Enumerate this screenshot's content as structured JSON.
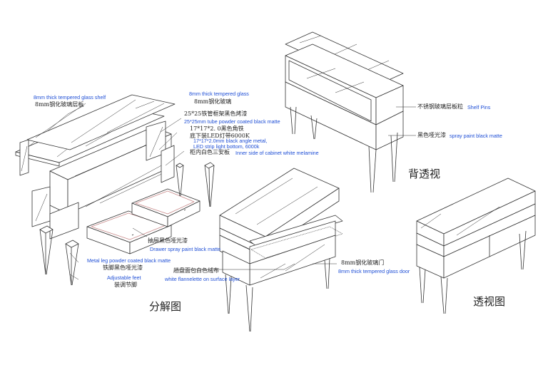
{
  "colors": {
    "blue_label": "#1f4fd6",
    "black_label": "#222222",
    "line": "#333333",
    "drawer_rim": "#c98b8b",
    "board_hatch": "#555555"
  },
  "labels": {
    "glass_shelf_en": "8mm thick tempered glass shelf",
    "glass_shelf_cn": "8mm钢化玻璃层板",
    "tempered_glass_en": "8mm thick tempered glass",
    "tempered_glass_cn": "8mm钢化玻璃",
    "tube_frame_cn": "25*25铁管框架黑色烤漆",
    "tube_frame_en": "25*25mm tube powder coated black matte",
    "angle_iron_cn": "17*17*2. 0黑色角铁",
    "led_cn": "底下装LED灯带6000K",
    "angle_metal_en": "17*17*2.0mm black angle metal,",
    "led_en": "LED strip light bottom, 6000k",
    "cabinet_inner_cn": "柜内白色三安板",
    "cabinet_inner_en": "Inner side of cabinet white melamine",
    "shelf_pins_cn": "不锈钢玻璃层板粒",
    "shelf_pins_en": "Shelf Pins",
    "spray_paint_cn": "黑色哑光漆",
    "spray_paint_en": "spray paint black matte",
    "drawer_cn": "抽屉黑色哑光漆",
    "drawer_en": "Drawer spray paint black matte",
    "metal_leg_en": "Metal leg powder coated black matte",
    "metal_leg_cn": "铁脚黑色哑光漆",
    "adjustable_feet_en": "Adjustable feet",
    "adjustable_feet_cn": "装调节脚",
    "surface_cn": "趟盘面包白色绒布",
    "surface_en": "white flannelette on surface layer",
    "glass_door_cn": "8mm钢化玻璃门",
    "glass_door_en": "8mm thick tempered glass door"
  },
  "titles": {
    "rear_perspective": "背透视",
    "exploded_view": "分解图",
    "perspective": "透视图"
  }
}
